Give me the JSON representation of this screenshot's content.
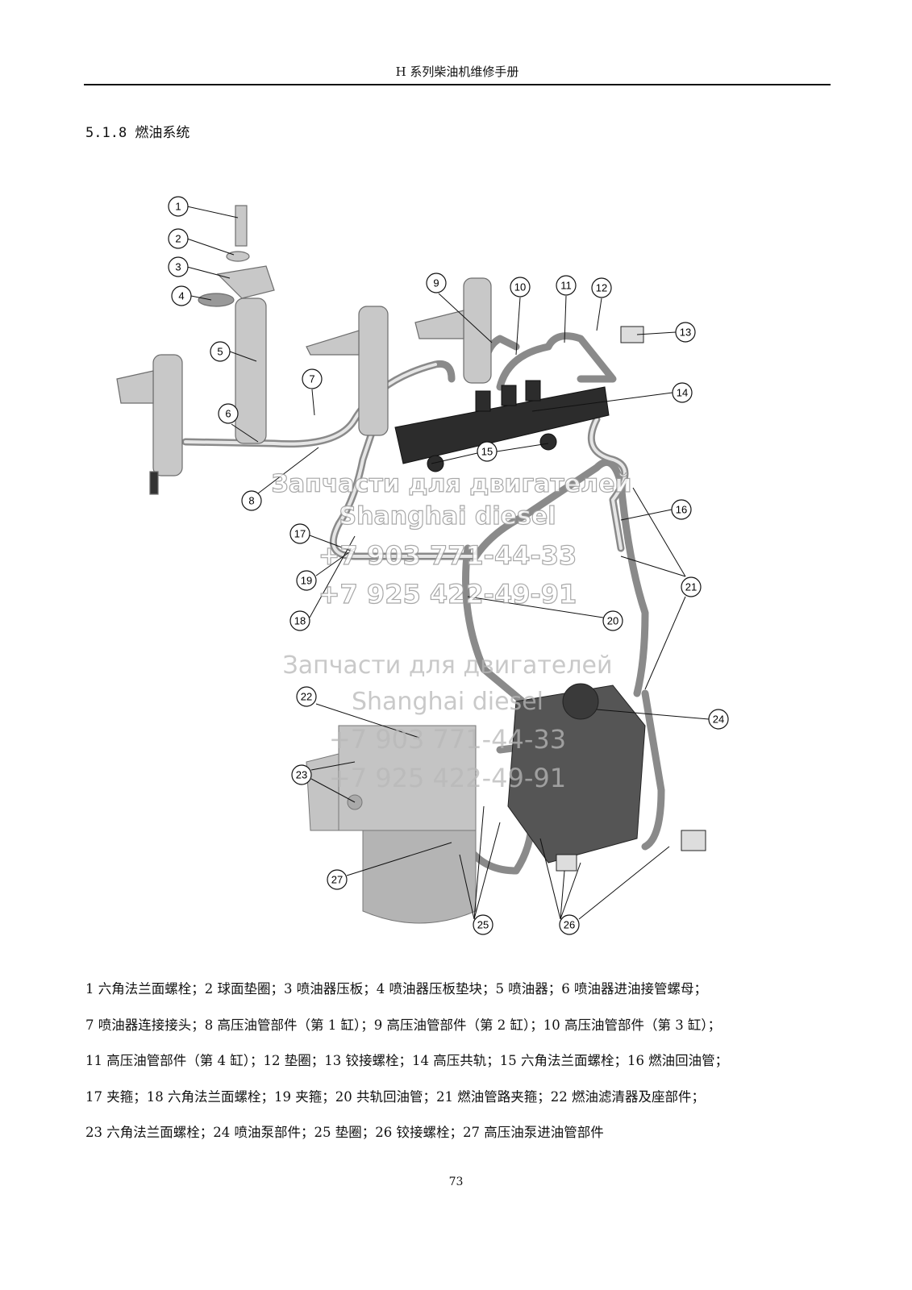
{
  "header": {
    "title": "H 系列柴油机维修手册"
  },
  "section": {
    "title": "5.1.8 燃油系统"
  },
  "diagram": {
    "callouts": [
      "1",
      "2",
      "3",
      "4",
      "5",
      "6",
      "7",
      "8",
      "9",
      "10",
      "11",
      "12",
      "13",
      "14",
      "15",
      "16",
      "17",
      "18",
      "19",
      "20",
      "21",
      "22",
      "23",
      "24",
      "25",
      "26",
      "27"
    ],
    "watermark": {
      "line1": "Запчасти для двигателей",
      "line2": "Shanghai diesel",
      "phone1": "+7 903 771-44-33",
      "phone2": "+7 925 422-49-91"
    }
  },
  "caption": {
    "lines": [
      "1 六角法兰面螺栓；2 球面垫圈；3 喷油器压板；4 喷油器压板垫块；5 喷油器；6 喷油器进油接管螺母；",
      "7 喷油器连接接头；8 高压油管部件（第 1 缸）；9 高压油管部件（第 2 缸）；10 高压油管部件（第 3 缸）；",
      "11 高压油管部件（第 4 缸）；12 垫圈；13 铰接螺栓；14 高压共轨；15 六角法兰面螺栓；16 燃油回油管；",
      "17 夹箍；18 六角法兰面螺栓；19 夹箍；20 共轨回油管；21 燃油管路夹箍；22 燃油滤清器及座部件；",
      "23 六角法兰面螺栓；24 喷油泵部件；25 垫圈；26 铰接螺栓；27 高压油泵进油管部件"
    ]
  },
  "footer": {
    "page_number": "73"
  }
}
